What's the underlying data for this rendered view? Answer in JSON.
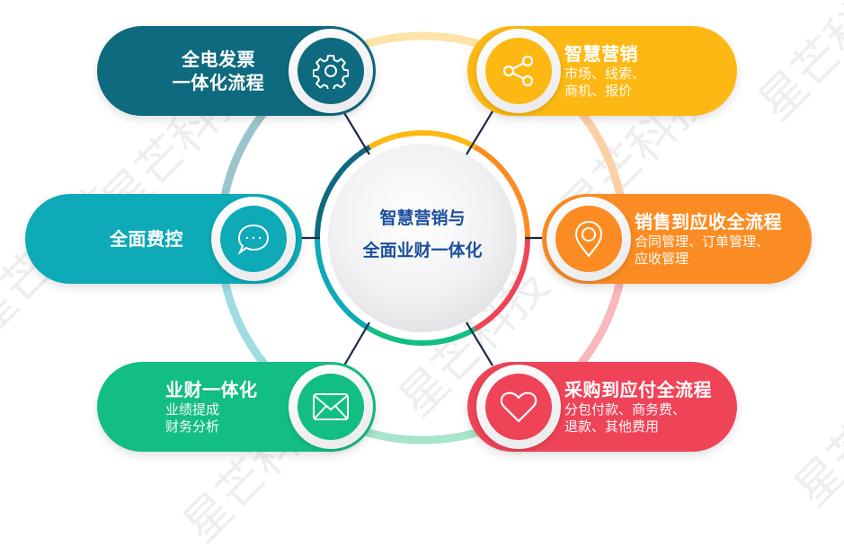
{
  "center": {
    "line1": "智慧营销与",
    "line2": "全面业财一体化"
  },
  "nodes": [
    {
      "id": "invoice",
      "title": "全电发票",
      "title2": "一体化流程",
      "subtitle": [],
      "icon": "gear-icon",
      "color": "#0e6a7e"
    },
    {
      "id": "marketing",
      "title": "智慧营销",
      "subtitle": [
        "市场、线索、",
        "商机、报价"
      ],
      "icon": "share-icon",
      "color": "#fdb813"
    },
    {
      "id": "expense",
      "title": "全面费控",
      "subtitle": [],
      "icon": "chat-bubble-icon",
      "color": "#0eaab7"
    },
    {
      "id": "sales",
      "title": "销售到应收全流程",
      "subtitle": [
        "合同管理、订单管理、",
        "应收管理"
      ],
      "icon": "location-pin-icon",
      "color": "#fb8c23"
    },
    {
      "id": "finance",
      "title": "业财一体化",
      "subtitle": [
        "业绩提成",
        "财务分析"
      ],
      "icon": "envelope-icon",
      "color": "#13be82"
    },
    {
      "id": "procurement",
      "title": "采购到应付全流程",
      "subtitle": [
        "分包付款、商务费、",
        "退款、其他费用"
      ],
      "icon": "heart-icon",
      "color": "#ef4358"
    }
  ],
  "ring_colors": {
    "outer": [
      "#fde3a7",
      "#fcd0a6",
      "#f9b7be",
      "#a7e5cc",
      "#9fdde2",
      "#9cc4cc"
    ],
    "inner": [
      "#fdb813",
      "#fb8c23",
      "#ef4358",
      "#13be82",
      "#0eaab7",
      "#0e6a7e"
    ]
  },
  "watermark": "星芒科技"
}
